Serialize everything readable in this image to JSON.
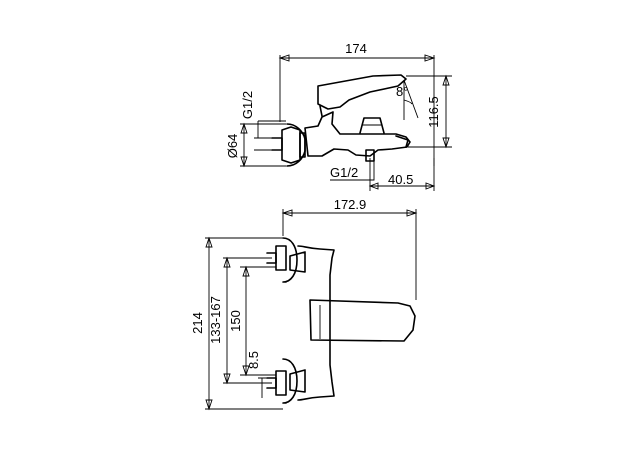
{
  "dimensions": {
    "side_width": "174",
    "side_height": "116.5",
    "spout_angle": "8°",
    "thread_top": "G1/2",
    "flange_dia": "Ø64",
    "thread_bottom": "G1/2",
    "spout_offset": "40.5",
    "front_width": "172.9",
    "front_height": "214",
    "centers_range": "133-167",
    "centers": "150",
    "nut_offset": "8.5"
  }
}
